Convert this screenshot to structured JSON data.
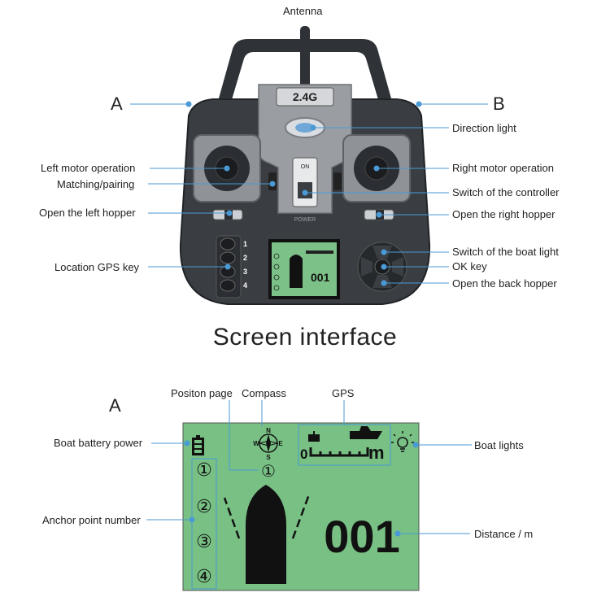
{
  "callout_color": "#4a9ad6",
  "lcd_green": "#78c084",
  "controller": {
    "band": "2.4G",
    "switch_on": "ON",
    "switch_power": "POWER",
    "gps_keys": [
      "1",
      "2",
      "3",
      "4"
    ],
    "mini_distance": "001",
    "labels": {
      "antenna": "Antenna",
      "side_a": "A",
      "side_b": "B",
      "direction_light": "Direction light",
      "left_motor": "Left motor operation",
      "matching": "Matching/pairing",
      "left_hopper": "Open the left hopper",
      "gps_key": "Location GPS key",
      "right_motor": "Right motor operation",
      "controller_switch": "Switch of the controller",
      "right_hopper": "Open the right hopper",
      "boat_light_switch": "Switch of the boat light",
      "ok_key": "OK key",
      "back_hopper": "Open the back hopper"
    }
  },
  "screen": {
    "title": "Screen interface",
    "side_label": "A",
    "labels": {
      "position_page": "Positon page",
      "compass": "Compass",
      "gps": "GPS",
      "battery": "Boat battery power",
      "boat_lights": "Boat lights",
      "anchor": "Anchor point number",
      "distance": "Distance / m"
    },
    "compass_letters": {
      "n": "N",
      "w": "W",
      "e": "E",
      "s": "S"
    },
    "position_page_value": "①",
    "anchor_numbers": [
      "①",
      "②",
      "③",
      "④"
    ],
    "gps_scale_start": "0",
    "gps_scale_unit": "m",
    "distance_value": "001"
  }
}
